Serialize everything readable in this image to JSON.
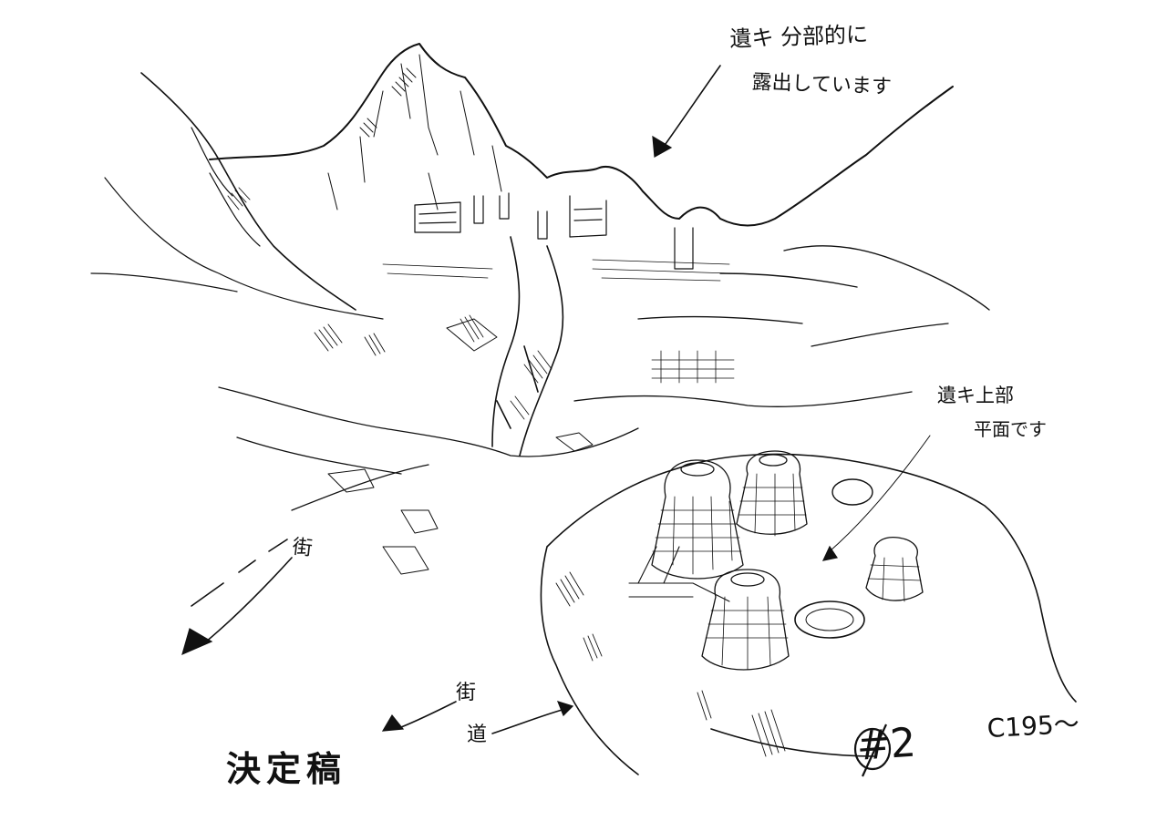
{
  "notes": {
    "top_line1": "遺キ 分部的に",
    "top_line2": "露出しています",
    "right_line1": "遺キ上部",
    "right_line2": "平面です",
    "street_left": "街",
    "street_bottom": "街",
    "road_bottom": "道"
  },
  "stamp": "決定稿",
  "scene_number": "#2",
  "cut_number": "C195～",
  "colors": {
    "ink": "#111111",
    "paper": "#ffffff"
  },
  "icons": {
    "scene_mark": "crossed-circle-icon",
    "arrow": "arrow-icon"
  }
}
